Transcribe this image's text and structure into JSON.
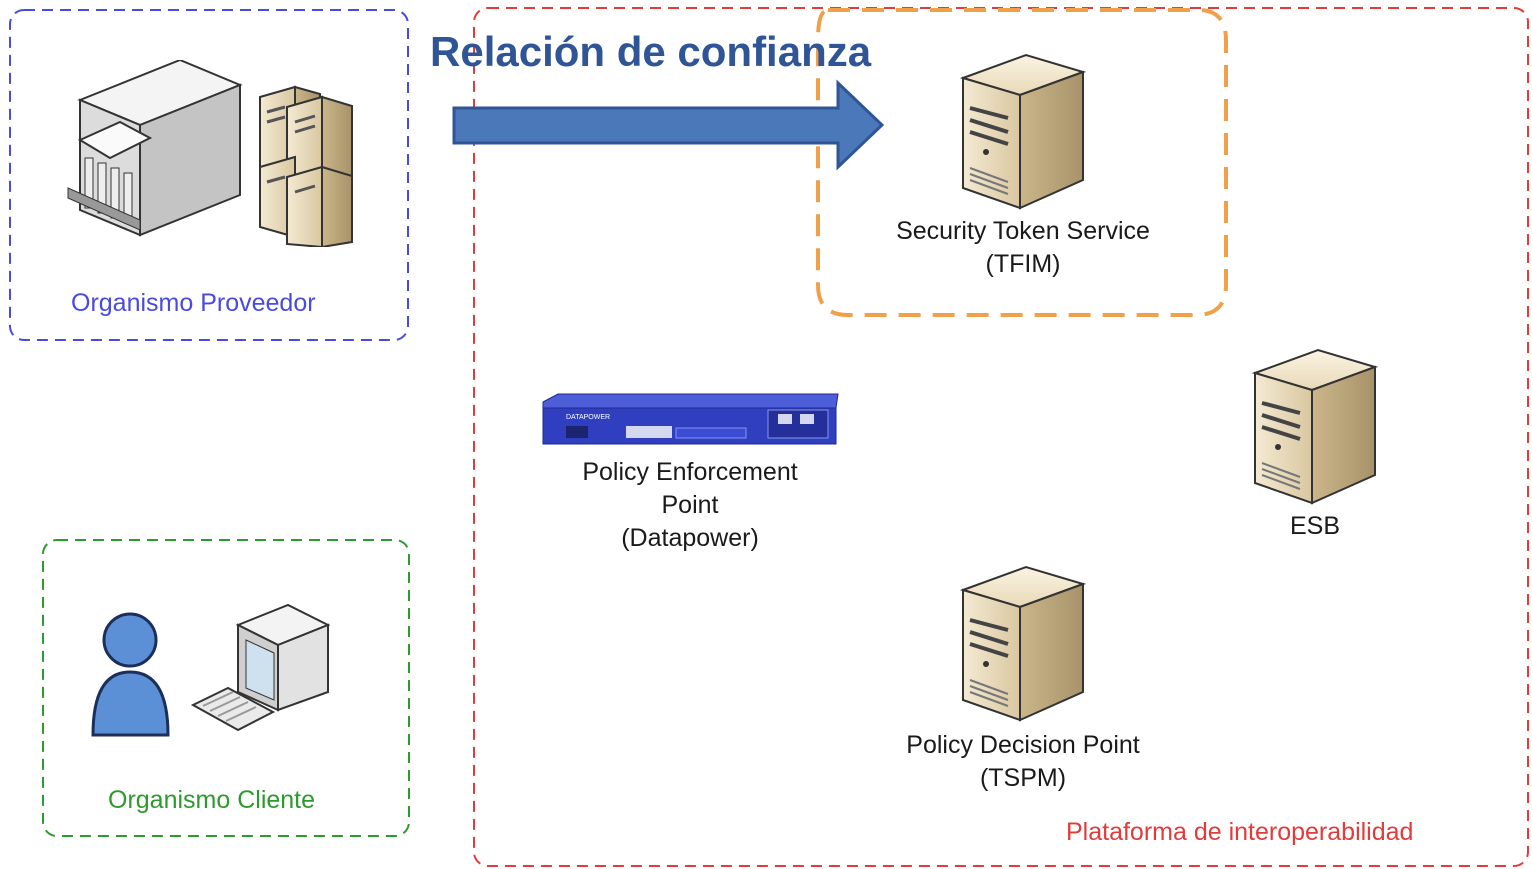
{
  "title": "Relación de confianza",
  "groups": {
    "provider": {
      "label": "Organismo Proveedor",
      "color": "#4a4ae0"
    },
    "client": {
      "label": "Organismo Cliente",
      "color": "#2d9a2d"
    },
    "platform": {
      "label": "Plataforma de interoperabilidad",
      "color": "#e33b3b"
    },
    "trust_highlight_color": "#f0a04b"
  },
  "nodes": {
    "sts": {
      "label": "Security Token Service\n(TFIM)"
    },
    "pep": {
      "label": "Policy Enforcement\nPoint\n(Datapower)"
    },
    "esb": {
      "label": "ESB"
    },
    "pdp": {
      "label": "Policy Decision Point\n(TSPM)"
    }
  },
  "appliance_text": {
    "brand": "DATAPOWER"
  },
  "colors": {
    "arrow_fill": "#4a78b8",
    "arrow_stroke": "#2f5597",
    "server_body": "#e9dcc0",
    "appliance": "#2f3fc0"
  }
}
